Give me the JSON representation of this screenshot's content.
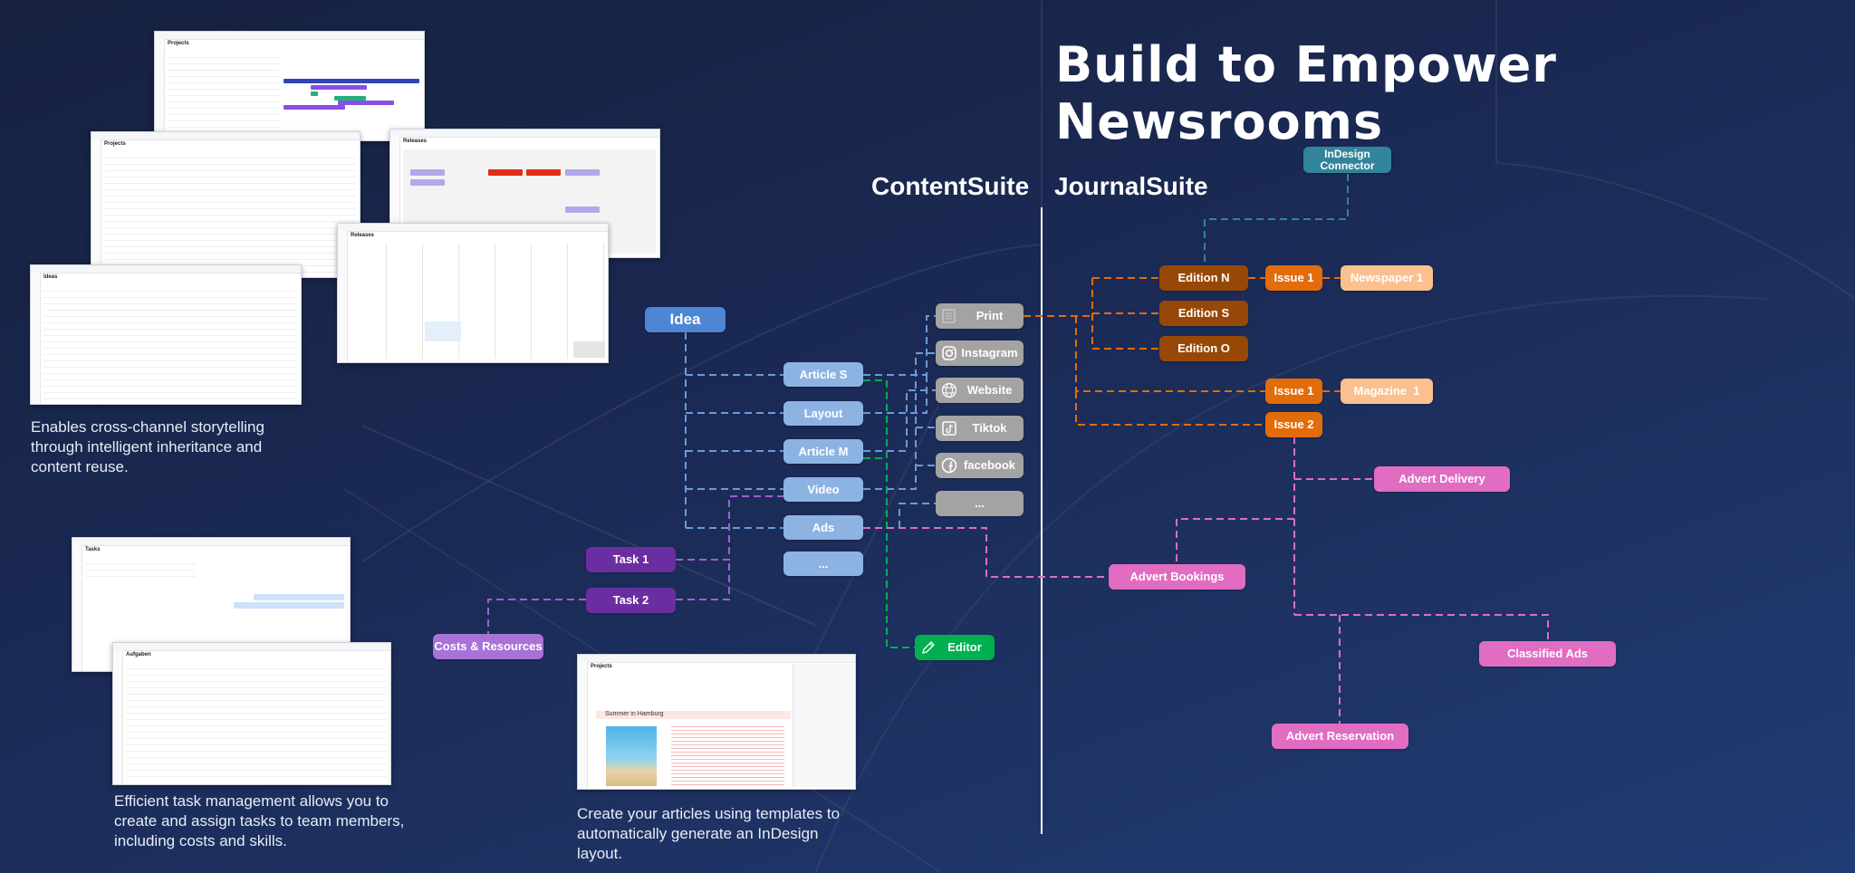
{
  "title": "Build to Empower Newsrooms",
  "sections": {
    "content_suite": "ContentSuite",
    "journal_suite": "JournalSuite"
  },
  "captions": {
    "storytelling": "Enables cross-channel storytelling through intelligent inheritance and content reuse.",
    "tasks": "Efficient task management allows you to create and assign tasks to team members, including costs and skills.",
    "articles": "Create your articles using templates to automatically generate an InDesign layout."
  },
  "screenshots": {
    "projects_gantt": "Projects",
    "projects_table": "Projects",
    "releases_pages": "Releases",
    "releases_calendar": "Releases",
    "ideas_table": "Ideas",
    "tasks_gantt": "Tasks",
    "aufgaben_table": "Aufgaben",
    "article_editor": "Projects",
    "article_editor_headline": "Summer in Hamburg"
  },
  "nodes": {
    "idea": "Idea",
    "content_types": [
      "Article S",
      "Layout",
      "Article M",
      "Video",
      "Ads",
      "..."
    ],
    "channels": [
      {
        "label": "Print",
        "icon": "print-icon"
      },
      {
        "label": "Instagram",
        "icon": "instagram-icon"
      },
      {
        "label": "Website",
        "icon": "globe-icon"
      },
      {
        "label": "Tiktok",
        "icon": "tiktok-icon"
      },
      {
        "label": "facebook",
        "icon": "facebook-icon"
      },
      {
        "label": "...",
        "icon": ""
      }
    ],
    "tasks": [
      "Task 1",
      "Task 2"
    ],
    "costs": "Costs & Resources",
    "editor": "Editor",
    "editions": [
      "Edition N",
      "Edition S",
      "Edition O"
    ],
    "issues": [
      "Issue 1",
      "Issue 1",
      "Issue 2"
    ],
    "publications": [
      "Newspaper 1",
      "Magazine  1"
    ],
    "indesign": "InDesign Connector",
    "adverts": [
      "Advert Delivery",
      "Advert Bookings",
      "Classified Ads",
      "Advert Reservation"
    ]
  },
  "colors": {
    "idea": "#4d86d4",
    "content": "#8db3e3",
    "channel": "#a3a3a3",
    "task": "#6b2ea0",
    "costs": "#a872d6",
    "editor": "#00b050",
    "edition": "#974806",
    "issue": "#e36c0a",
    "publication": "#fac090",
    "advert": "#e06dc2",
    "indesign": "#31849b",
    "wire_blue": "#6c9ad8",
    "wire_green": "#00b050",
    "wire_purple": "#a060d0",
    "wire_pink": "#e06dc2",
    "wire_orange": "#e36c0a",
    "wire_teal": "#31849b"
  }
}
